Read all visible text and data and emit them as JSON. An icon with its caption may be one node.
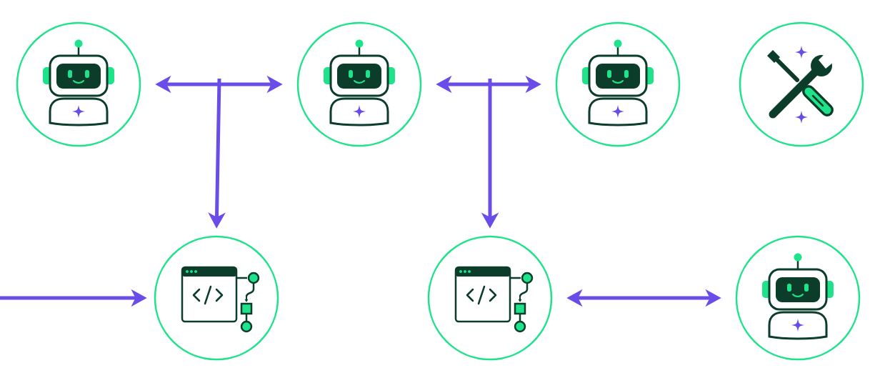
{
  "diagram": {
    "nodes": [
      {
        "text": [],
        "shape": "circle"
      },
      {
        "text": [],
        "shape": "circle"
      },
      {
        "text": [],
        "shape": "circle"
      },
      {
        "text": [],
        "shape": "circle"
      },
      {
        "text": [],
        "shape": "circle"
      },
      {
        "text": [],
        "shape": "circle"
      },
      {
        "text": [],
        "shape": "circle"
      }
    ],
    "edges": [
      {
        "from": 0,
        "to": 1,
        "arrow": "both"
      },
      {
        "from": null,
        "to": 4,
        "arrow": "to"
      },
      {
        "from": 1,
        "to": 2,
        "arrow": "both"
      },
      {
        "from": null,
        "to": 5,
        "arrow": "to"
      },
      {
        "from": null,
        "to": 4,
        "arrow": "to"
      },
      {
        "from": 5,
        "to": 6,
        "arrow": "both"
      }
    ]
  }
}
